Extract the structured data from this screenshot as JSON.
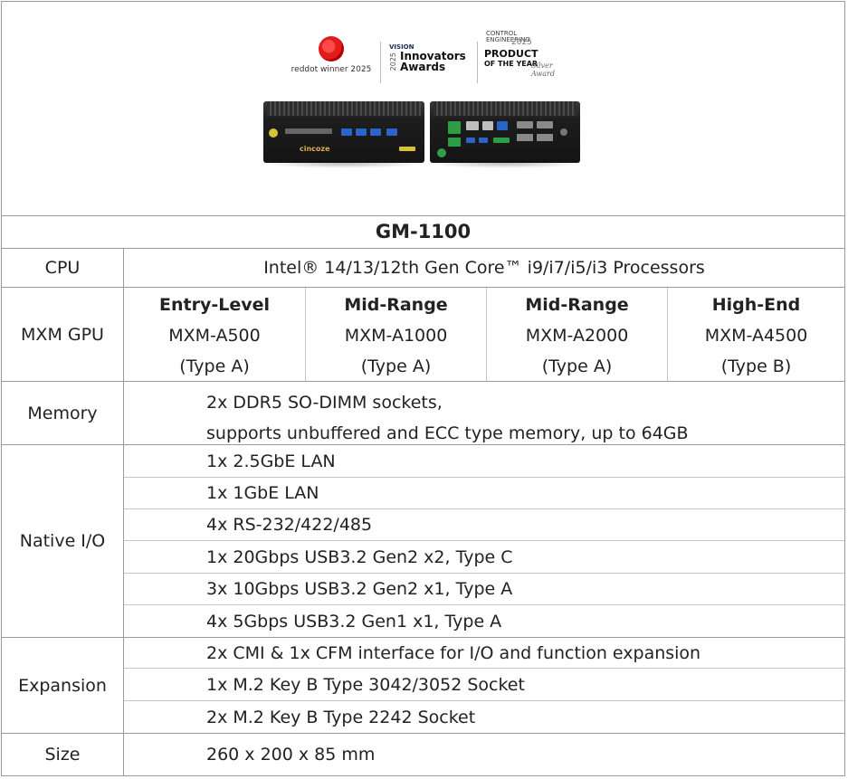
{
  "header": {
    "reddot_label": "reddot winner 2025",
    "vision_brand": "VISION",
    "vision_year": "2025",
    "vision_line1": "Innovators",
    "vision_line2": "Awards",
    "ce_brand_line1": "CONTROL",
    "ce_brand_line2": "ENGINEERING",
    "ce_year": "2025",
    "poty_line1": "PRODUCT",
    "poty_line2": "OF THE YEAR",
    "poty_award": "Silver Award",
    "device_brand": "cincoze"
  },
  "table": {
    "model": "GM-1100",
    "cpu": {
      "label": "CPU",
      "value": "Intel® 14/13/12th Gen Core™ i9/i7/i5/i3 Processors"
    },
    "gpu": {
      "label": "MXM GPU",
      "options": [
        {
          "tier": "Entry-Level",
          "model": "MXM-A500",
          "type": "(Type A)"
        },
        {
          "tier": "Mid-Range",
          "model": "MXM-A1000",
          "type": "(Type A)"
        },
        {
          "tier": "Mid-Range",
          "model": "MXM-A2000",
          "type": "(Type A)"
        },
        {
          "tier": "High-End",
          "model": "MXM-A4500",
          "type": "(Type B)"
        }
      ]
    },
    "memory": {
      "label": "Memory",
      "line1": "2x DDR5 SO-DIMM sockets,",
      "line2": "supports unbuffered and ECC type memory, up to 64GB"
    },
    "native_io": {
      "label": "Native I/O",
      "items": [
        "1x 2.5GbE LAN",
        "1x 1GbE LAN",
        "4x RS-232/422/485",
        "1x 20Gbps USB3.2 Gen2 x2, Type C",
        "3x 10Gbps USB3.2 Gen2 x1, Type A",
        "4x 5Gbps USB3.2 Gen1 x1, Type A"
      ]
    },
    "expansion": {
      "label": "Expansion",
      "items": [
        "2x CMI & 1x CFM interface for I/O and function expansion",
        "1x M.2 Key B Type 3042/3052 Socket",
        "2x M.2 Key B Type 2242 Socket"
      ]
    },
    "size": {
      "label": "Size",
      "value": "260 x 200 x 85 mm"
    }
  },
  "colors": {
    "border": "#9a9a9a",
    "inner_border": "#c6c6c6",
    "reddot": "#e21b1b"
  }
}
